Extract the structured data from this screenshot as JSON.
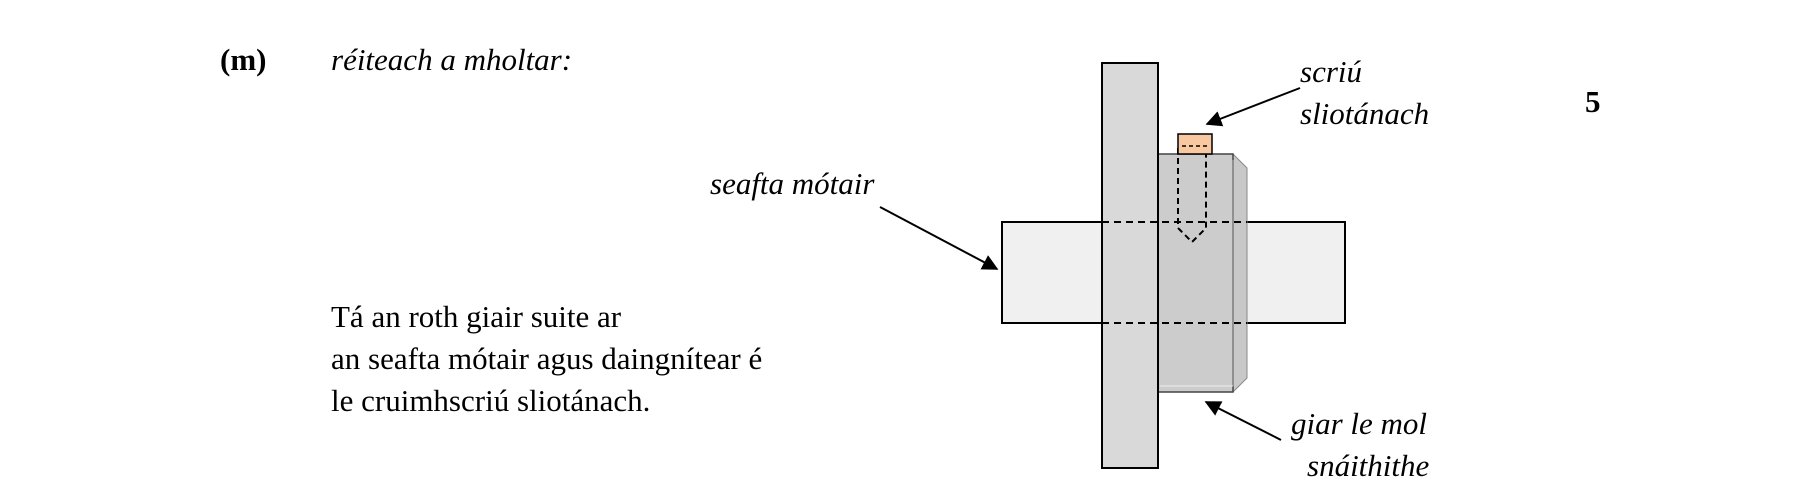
{
  "question": {
    "number": "(m)",
    "heading": "réiteach a mholtar:",
    "marks": "5"
  },
  "description": {
    "lines": [
      "Tá an roth giair suite ar",
      "an seafta mótair agus daingnítear é",
      "le cruimhscriú sliotánach."
    ]
  },
  "figure": {
    "labels": {
      "motor_shaft": "seafta mótair",
      "screw_line1": "scriú",
      "screw_line2": "sliotánach",
      "gear_line1": "giar le mol",
      "gear_line2": "snáithithe"
    },
    "colors": {
      "plate": "#d9d9d9",
      "shaft": "#f0f0f0",
      "hub": "#cccccc",
      "screw_head": "#f8c8a0"
    }
  }
}
